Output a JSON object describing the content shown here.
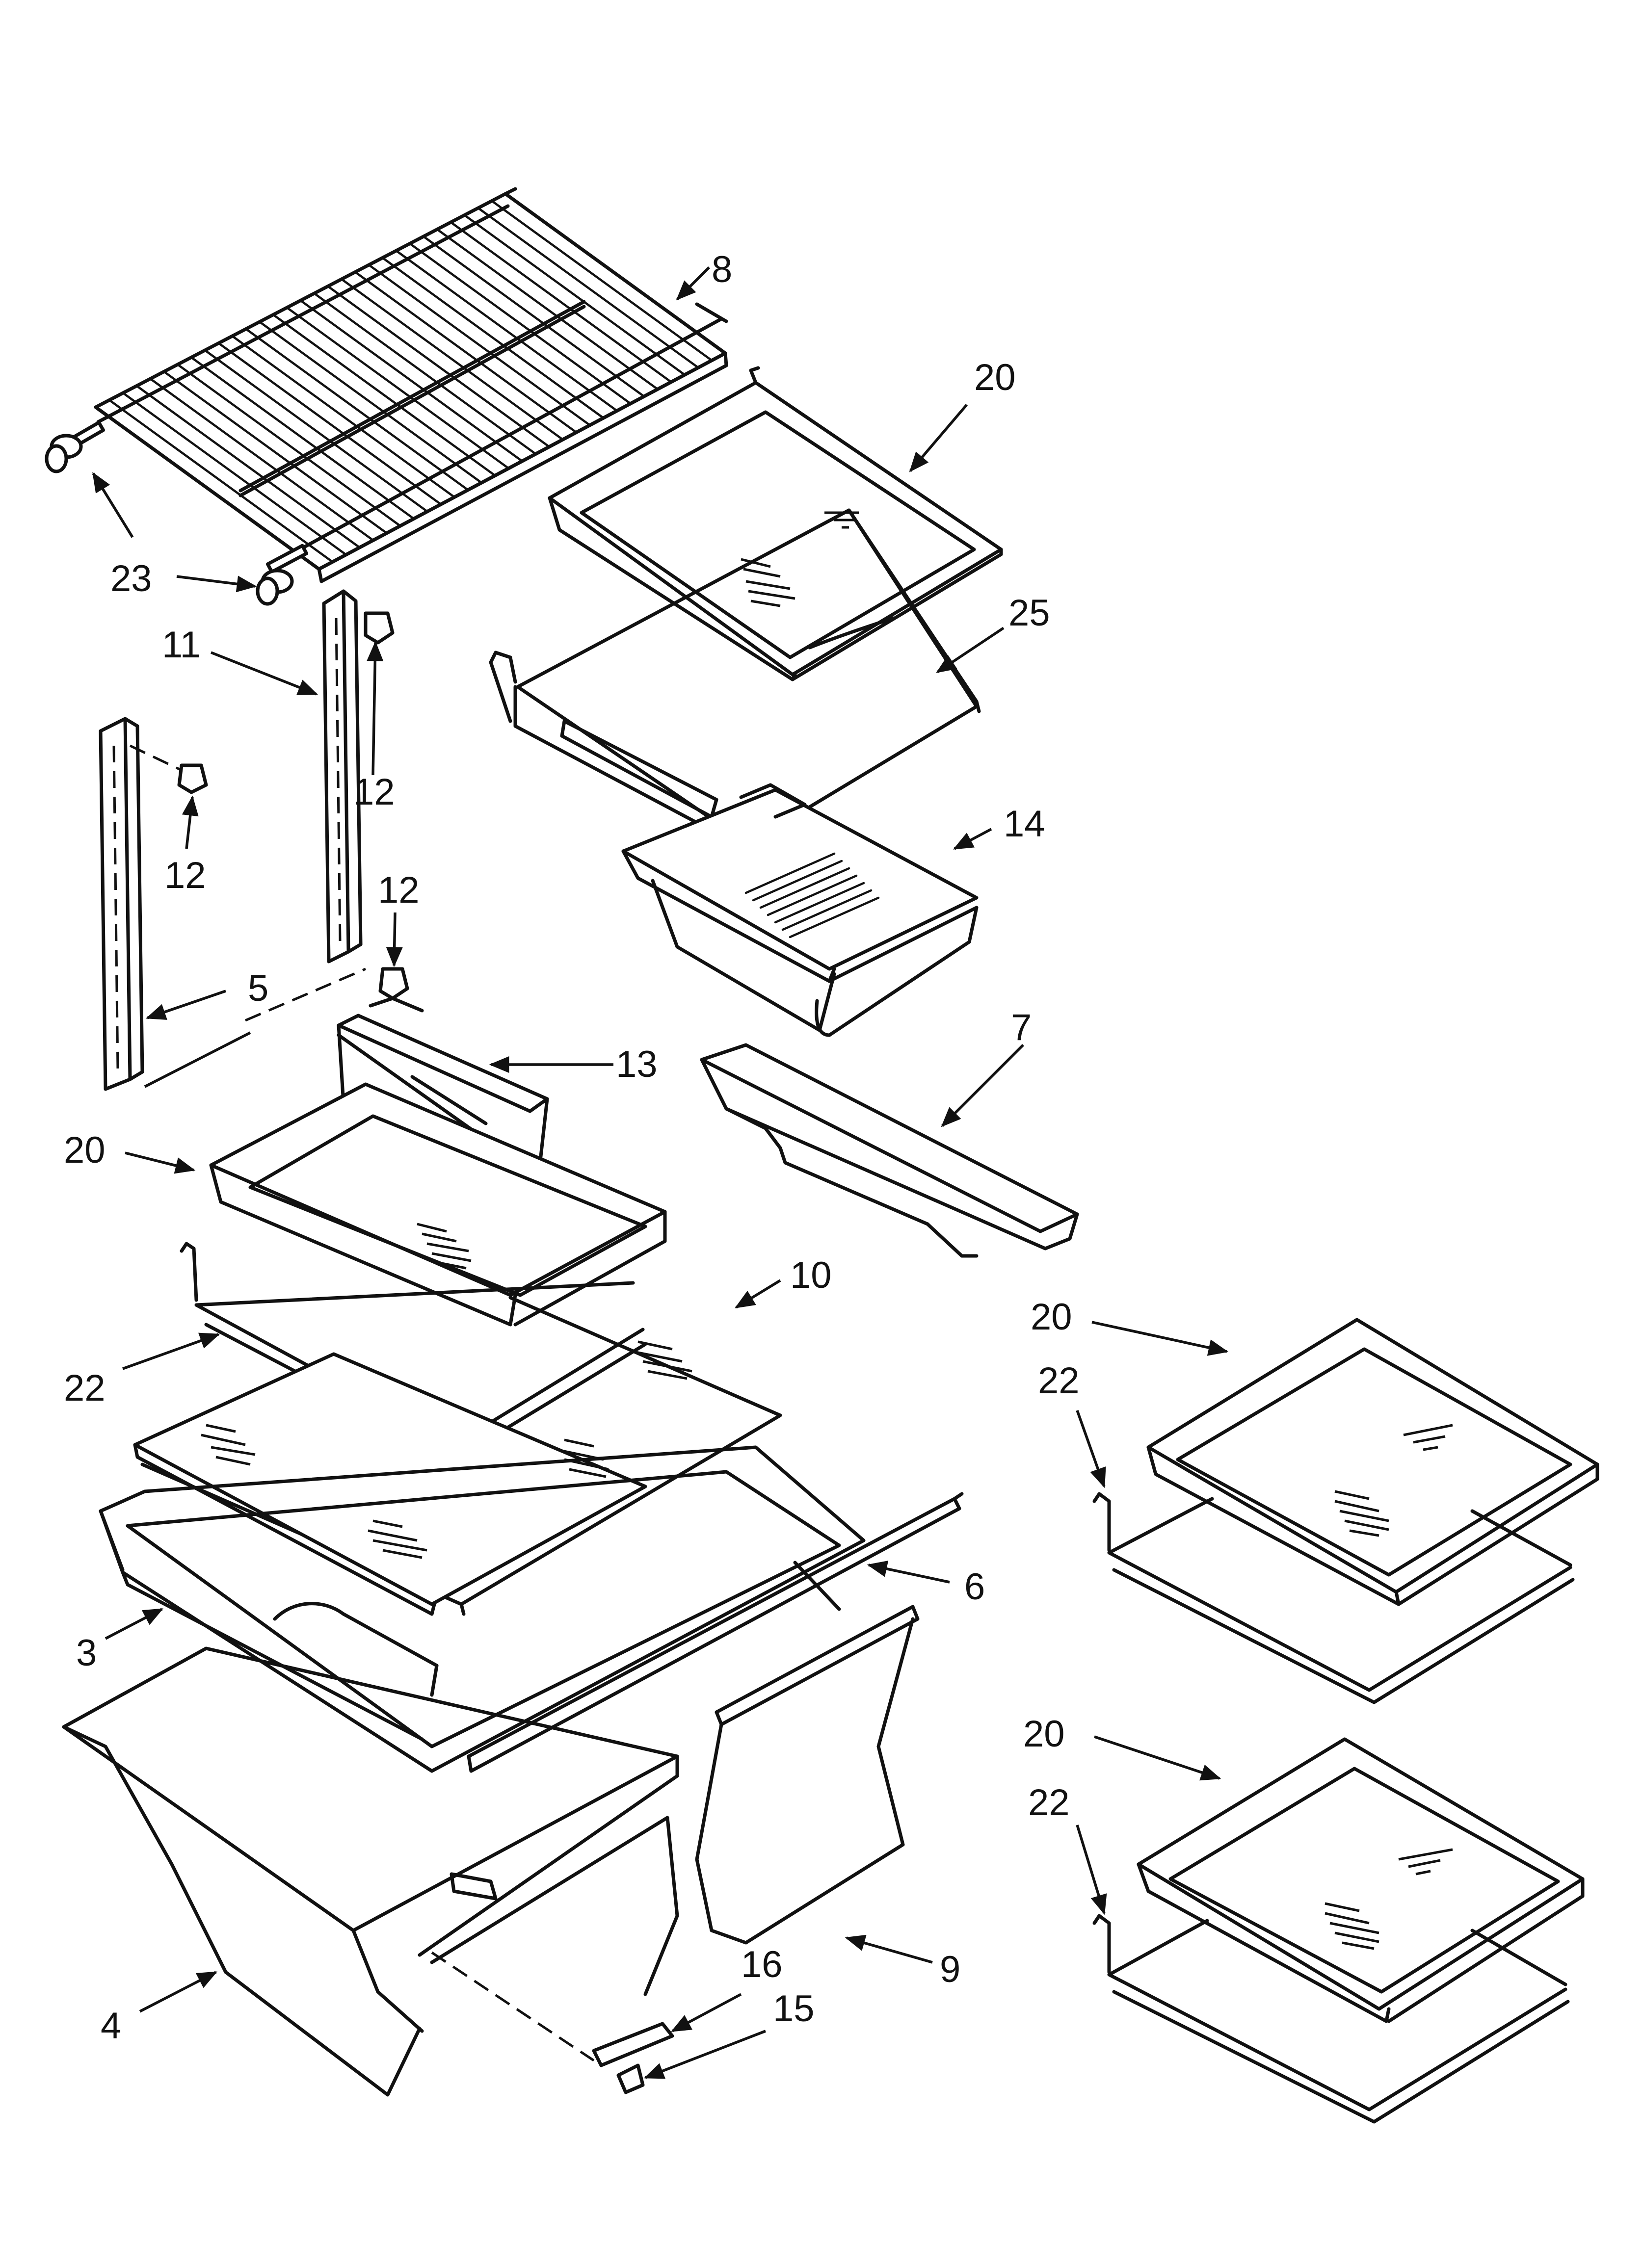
{
  "callouts": {
    "c8": "8",
    "c20a": "20",
    "c23": "23",
    "c25": "25",
    "c11": "11",
    "c12a": "12",
    "c12b": "12",
    "c12c": "12",
    "c14": "14",
    "c5": "5",
    "c13": "13",
    "c7": "7",
    "c20b": "20",
    "c10": "10",
    "c20c": "20",
    "c22a": "22",
    "c22b": "22",
    "c6": "6",
    "c3": "3",
    "c20d": "20",
    "c22c": "22",
    "c9": "9",
    "c16": "16",
    "c15": "15",
    "c4": "4"
  }
}
